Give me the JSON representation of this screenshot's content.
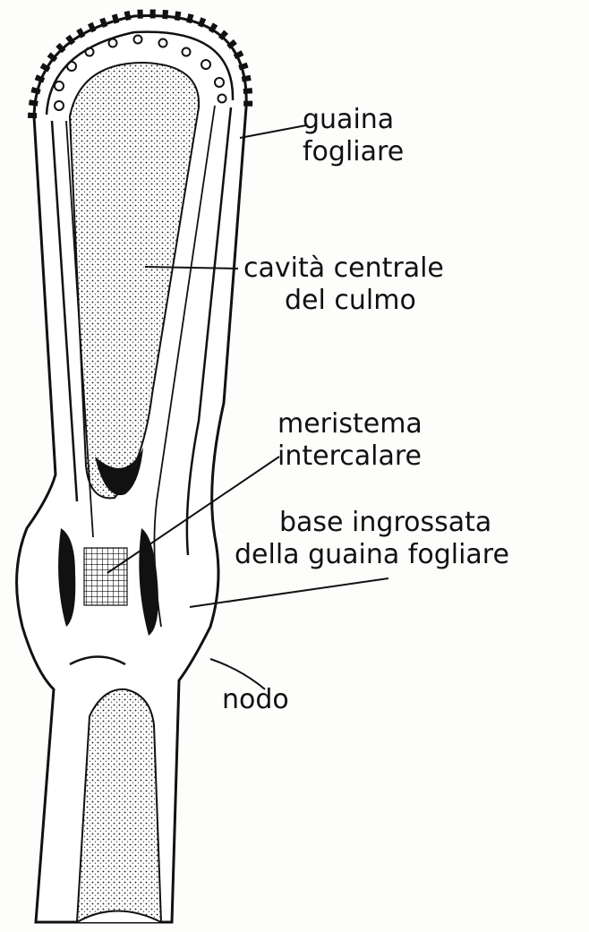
{
  "diagram": {
    "labels": {
      "leaf_sheath": {
        "line1": "guaina",
        "line2": "fogliare"
      },
      "central_cavity": {
        "line1": "cavità centrale",
        "line2": "del culmo"
      },
      "intercalary_meristem": {
        "line1": "meristema",
        "line2": "intercalare"
      },
      "thickened_sheath_base": {
        "line1": "base ingrossata",
        "line2": "della guaina fogliare"
      },
      "node": {
        "line1": "nodo"
      }
    },
    "colors": {
      "ink": "#111111",
      "paper": "#fdfdfb"
    }
  }
}
